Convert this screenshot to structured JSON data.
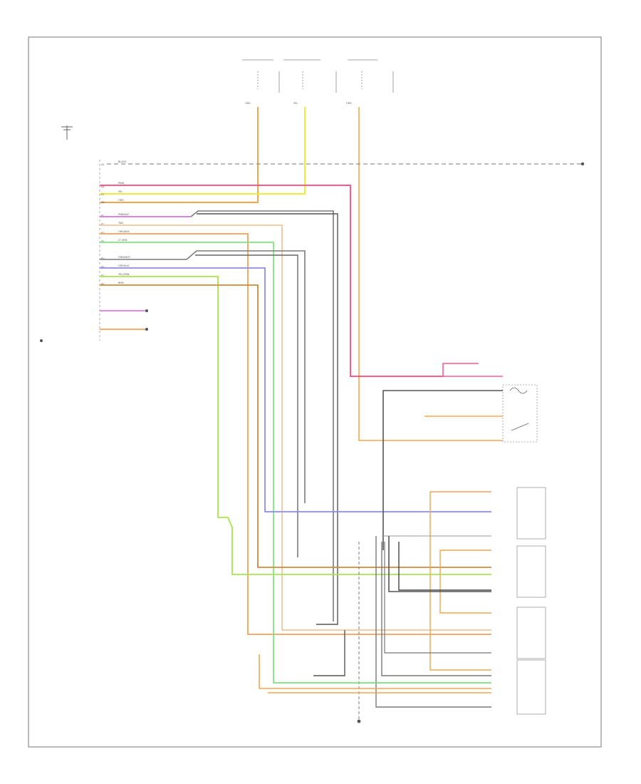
{
  "doc": {
    "header_left": "",
    "header_right": "",
    "footer_id": ""
  },
  "fuses": {
    "labels": [
      "",
      "",
      ""
    ],
    "wire_colors": [
      "ORG",
      "YEL",
      "ORG"
    ]
  },
  "radio": {
    "name": "",
    "antenna_label": "",
    "pins": [
      {
        "num": "A1",
        "label": "",
        "wire": "BLACK",
        "color": "#9a9a9a"
      },
      {
        "num": "A6",
        "label": "",
        "wire": "PINK",
        "color": "#ff5a8a"
      },
      {
        "num": "A7",
        "label": "",
        "wire": "YEL",
        "color": "#f2ea3a"
      },
      {
        "num": "A8",
        "label": "",
        "wire": "ORG",
        "color": "#f6a64a"
      },
      {
        "num": "B1",
        "label": "",
        "wire": "PNK/BLK",
        "color": "#e07ae6"
      },
      {
        "num": "B2",
        "label": "",
        "wire": "TAN",
        "color": "#f2c59a"
      },
      {
        "num": "B3",
        "label": "",
        "wire": "ORG/BLK",
        "color": "#f4a05a"
      },
      {
        "num": "B4",
        "label": "",
        "wire": "LT GRN",
        "color": "#7de87d"
      },
      {
        "num": "B5",
        "label": "",
        "wire": "GRN/WHT",
        "color": "#7a7a7a"
      },
      {
        "num": "B6",
        "label": "",
        "wire": "GRY/BLK",
        "color": "#8a8aff"
      },
      {
        "num": "B7",
        "label": "",
        "wire": "YEL/GRN",
        "color": "#a6e84a"
      },
      {
        "num": "B8",
        "label": "",
        "wire": "BRN",
        "color": "#d08a3a"
      }
    ]
  },
  "components": {
    "relay": "",
    "speakers": [
      "",
      "",
      "",
      ""
    ]
  },
  "grounds": {
    "top_right": "",
    "bottom": ""
  }
}
